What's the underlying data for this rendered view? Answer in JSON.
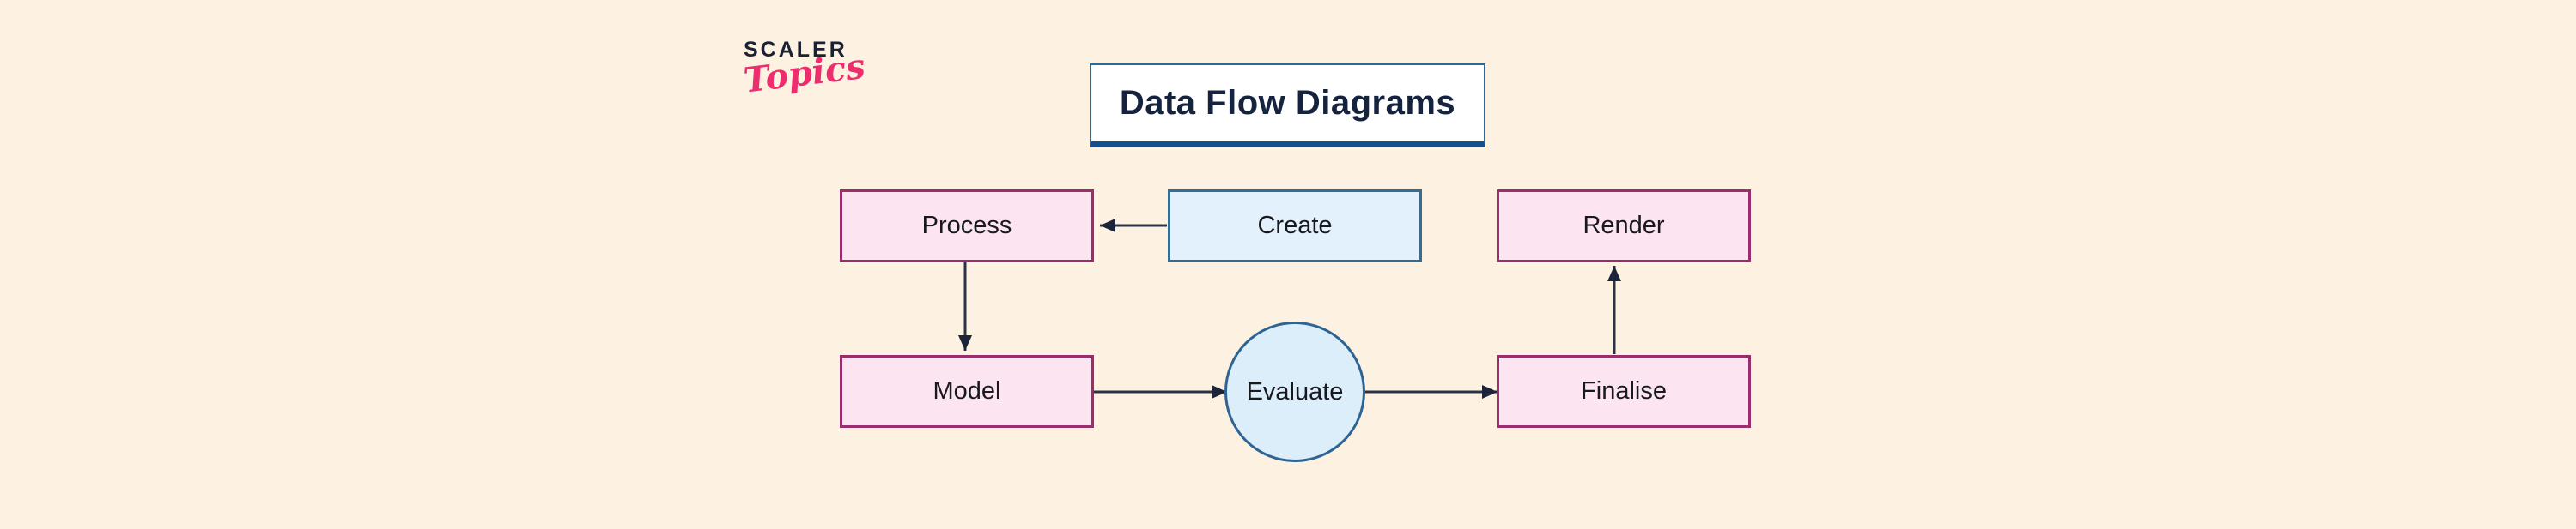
{
  "logo": {
    "line1": "SCALER",
    "line2": "Topics"
  },
  "title": {
    "text": "Data Flow Diagrams"
  },
  "nodes": [
    {
      "id": "process",
      "label": "Process",
      "shape": "rect",
      "variant": "pink"
    },
    {
      "id": "create",
      "label": "Create",
      "shape": "rect",
      "variant": "blue"
    },
    {
      "id": "render",
      "label": "Render",
      "shape": "rect",
      "variant": "pink"
    },
    {
      "id": "model",
      "label": "Model",
      "shape": "rect",
      "variant": "pink"
    },
    {
      "id": "evaluate",
      "label": "Evaluate",
      "shape": "circle",
      "variant": "blue"
    },
    {
      "id": "finalise",
      "label": "Finalise",
      "shape": "rect",
      "variant": "pink"
    }
  ],
  "edges": [
    {
      "from": "create",
      "to": "process",
      "direction": "left"
    },
    {
      "from": "process",
      "to": "model",
      "direction": "down"
    },
    {
      "from": "model",
      "to": "evaluate",
      "direction": "right"
    },
    {
      "from": "evaluate",
      "to": "finalise",
      "direction": "right"
    },
    {
      "from": "finalise",
      "to": "render",
      "direction": "up"
    }
  ],
  "colors": {
    "bg": "#fdf2e2",
    "node-pink-fill": "#fce4f0",
    "node-pink-border": "#9a2e6c",
    "node-blue-fill": "#e2f1fb",
    "node-blue-border": "#336c95",
    "circle-fill": "#ddeefb",
    "circle-border": "#2d6494",
    "title-fill": "#ffffff",
    "title-border": "#2e6a99",
    "title-underline": "#134f8c",
    "title-text": "#16233e",
    "node-text": "#18181f",
    "arrow": "#2a3346",
    "arrowhead": "#1b2438",
    "logo-navy": "#1b2134",
    "logo-pink": "#ed2d6e"
  }
}
